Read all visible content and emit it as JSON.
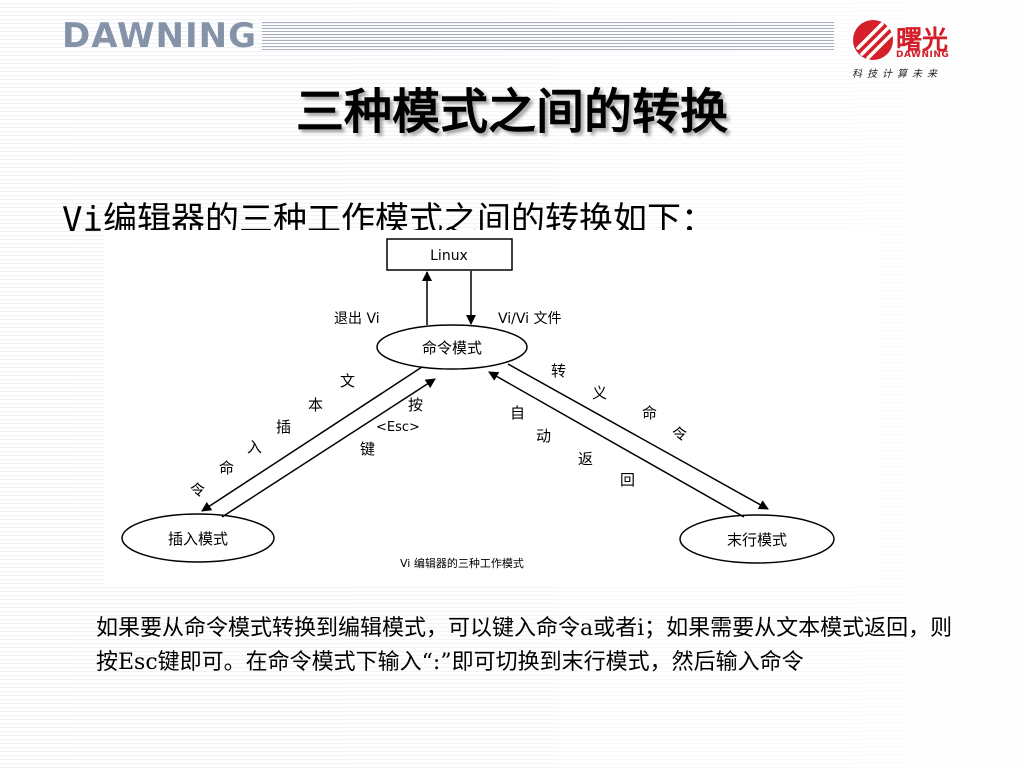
{
  "header": {
    "logo": "DAWNING",
    "brand_cn": "曙光",
    "brand_en": "DAWNING",
    "brand_slogan": "科技计算未来"
  },
  "slide": {
    "title": "三种模式之间的转换",
    "intro": "Vi编辑器的三种工作模式之间的转换如下：",
    "note": "如果要从命令模式转换到编辑模式，可以键入命令a或者i；如果需要从文本模式返回，则按Esc键即可。在命令模式下输入“:”即可切换到末行模式，然后输入命令"
  },
  "diagram": {
    "linux": "Linux",
    "command_mode": "命令模式",
    "insert_mode": "插入模式",
    "lastline_mode": "末行模式",
    "exit_vi": "退出 Vi",
    "vi_file": "Vi/Vi 文件",
    "left_chars": [
      "文",
      "本",
      "插",
      "入",
      "命",
      "令"
    ],
    "press_chars": [
      "按",
      "<Esc>",
      "键"
    ],
    "auto_chars": [
      "自",
      "动",
      "返",
      "回"
    ],
    "escape_chars": [
      "转",
      "义",
      "命",
      "令"
    ],
    "caption": "Vi 编辑器的三种工作模式"
  }
}
